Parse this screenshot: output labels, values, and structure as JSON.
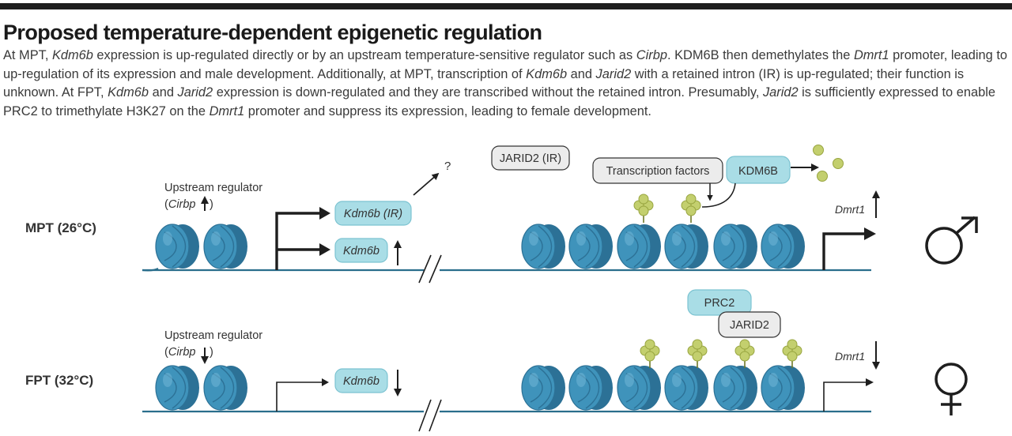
{
  "heading": "Proposed temperature-dependent epigenetic regulation",
  "caption": [
    {
      "t": "At MPT, ",
      "i": false
    },
    {
      "t": "Kdm6b",
      "i": true
    },
    {
      "t": " expression is up-regulated directly or by an upstream temperature-sensitive regulator such as ",
      "i": false
    },
    {
      "t": "Cirbp",
      "i": true
    },
    {
      "t": ". KDM6B then demethylates the ",
      "i": false
    },
    {
      "t": "Dmrt1",
      "i": true
    },
    {
      "t": " promoter, leading to up-regulation of its expression and male development. Additionally, at MPT, transcription of ",
      "i": false
    },
    {
      "t": "Kdm6b",
      "i": true
    },
    {
      "t": " and ",
      "i": false
    },
    {
      "t": "Jarid2",
      "i": true
    },
    {
      "t": " with a retained intron (IR) is up-regulated; their function is unknown. At FPT, ",
      "i": false
    },
    {
      "t": "Kdm6b",
      "i": true
    },
    {
      "t": " and ",
      "i": false
    },
    {
      "t": "Jarid2",
      "i": true
    },
    {
      "t": " expression is down-regulated and they are transcribed without the retained intron. Presumably, ",
      "i": false
    },
    {
      "t": "Jarid2",
      "i": true
    },
    {
      "t": " is sufficiently expressed to enable PRC2 to trimethylate H3K27 on the ",
      "i": false
    },
    {
      "t": "Dmrt1",
      "i": true
    },
    {
      "t": " promoter and suppress its expression, leading to female development.",
      "i": false
    }
  ],
  "mpt": {
    "row_label": "MPT (26°C)",
    "upstream_line1": "Upstream regulator",
    "upstream_paren_open": "(",
    "cirbp": "Cirbp",
    "upstream_paren_close": ")",
    "cirbp_direction": "up",
    "kdm6b_ir": "Kdm6b (IR)",
    "kdm6b": "Kdm6b",
    "kdm6b_direction": "up",
    "question": "?",
    "jarid2_ir": "JARID2 (IR)",
    "tf": "Transcription factors",
    "kdm6b_protein": "KDM6B",
    "dmrt1": "Dmrt1",
    "dmrt1_direction": "up",
    "sex_symbol": "♂"
  },
  "fpt": {
    "row_label": "FPT (32°C)",
    "upstream_line1": "Upstream regulator",
    "upstream_paren_open": "(",
    "cirbp": "Cirbp",
    "upstream_paren_close": ")",
    "cirbp_direction": "down",
    "kdm6b": "Kdm6b",
    "kdm6b_direction": "down",
    "prc2": "PRC2",
    "jarid2": "JARID2",
    "dmrt1": "Dmrt1",
    "dmrt1_direction": "down",
    "sex_symbol": "♀"
  },
  "colors": {
    "nucleosome": "#3f93bb",
    "nucleosome_dark": "#2c7196",
    "dna": "#2a6e8c",
    "box_teal": "#a9dde6",
    "box_teal_stroke": "#7cc3d1",
    "box_gray": "#ececec",
    "box_gray_stroke": "#333333",
    "methyl": "#c3cf6e",
    "methyl_dark": "#98a540"
  }
}
